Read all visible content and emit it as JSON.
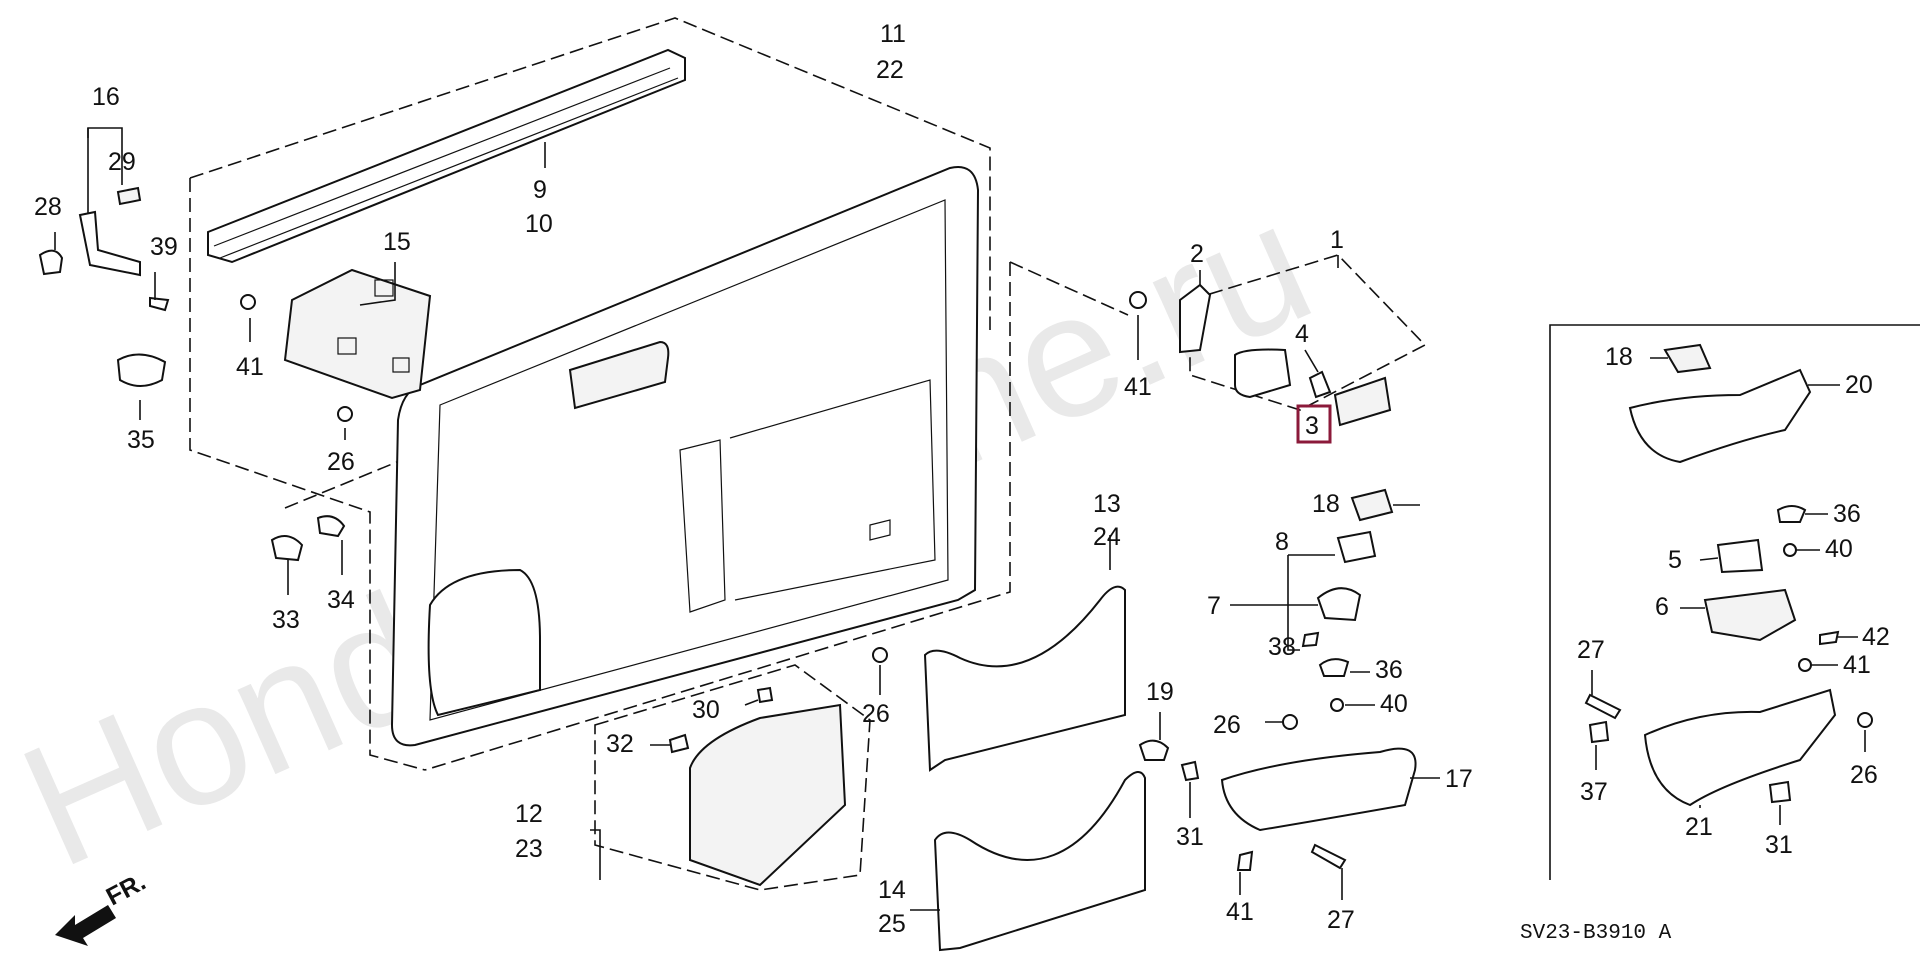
{
  "watermark": "HondaCarMine.ru",
  "diagram_code": "SV23-B3910 A",
  "direction_label": "FR.",
  "highlighted_label": "3",
  "callouts": [
    {
      "id": "c16",
      "text": "16"
    },
    {
      "id": "c29",
      "text": "29"
    },
    {
      "id": "c28",
      "text": "28"
    },
    {
      "id": "c39",
      "text": "39"
    },
    {
      "id": "c35",
      "text": "35"
    },
    {
      "id": "c15",
      "text": "15"
    },
    {
      "id": "c41a",
      "text": "41"
    },
    {
      "id": "c26a",
      "text": "26"
    },
    {
      "id": "c33",
      "text": "33"
    },
    {
      "id": "c34",
      "text": "34"
    },
    {
      "id": "c11",
      "text": "11"
    },
    {
      "id": "c22",
      "text": "22"
    },
    {
      "id": "c9",
      "text": "9"
    },
    {
      "id": "c10",
      "text": "10"
    },
    {
      "id": "c2",
      "text": "2"
    },
    {
      "id": "c1",
      "text": "1"
    },
    {
      "id": "c4",
      "text": "4"
    },
    {
      "id": "c41b",
      "text": "41"
    },
    {
      "id": "c18a",
      "text": "18"
    },
    {
      "id": "c8",
      "text": "8"
    },
    {
      "id": "c7",
      "text": "7"
    },
    {
      "id": "c38",
      "text": "38"
    },
    {
      "id": "c36a",
      "text": "36"
    },
    {
      "id": "c40a",
      "text": "40"
    },
    {
      "id": "c13",
      "text": "13"
    },
    {
      "id": "c24",
      "text": "24"
    },
    {
      "id": "c26b",
      "text": "26"
    },
    {
      "id": "c30",
      "text": "30"
    },
    {
      "id": "c32",
      "text": "32"
    },
    {
      "id": "c12",
      "text": "12"
    },
    {
      "id": "c23",
      "text": "23"
    },
    {
      "id": "c19",
      "text": "19"
    },
    {
      "id": "c26c",
      "text": "26"
    },
    {
      "id": "c31a",
      "text": "31"
    },
    {
      "id": "c17",
      "text": "17"
    },
    {
      "id": "c41c",
      "text": "41"
    },
    {
      "id": "c27a",
      "text": "27"
    },
    {
      "id": "c14",
      "text": "14"
    },
    {
      "id": "c25",
      "text": "25"
    },
    {
      "id": "c18b",
      "text": "18"
    },
    {
      "id": "c20",
      "text": "20"
    },
    {
      "id": "c36b",
      "text": "36"
    },
    {
      "id": "c5",
      "text": "5"
    },
    {
      "id": "c40b",
      "text": "40"
    },
    {
      "id": "c6",
      "text": "6"
    },
    {
      "id": "c42",
      "text": "42"
    },
    {
      "id": "c27b",
      "text": "27"
    },
    {
      "id": "c41d",
      "text": "41"
    },
    {
      "id": "c37",
      "text": "37"
    },
    {
      "id": "c26d",
      "text": "26"
    },
    {
      "id": "c21",
      "text": "21"
    },
    {
      "id": "c31b",
      "text": "31"
    }
  ]
}
